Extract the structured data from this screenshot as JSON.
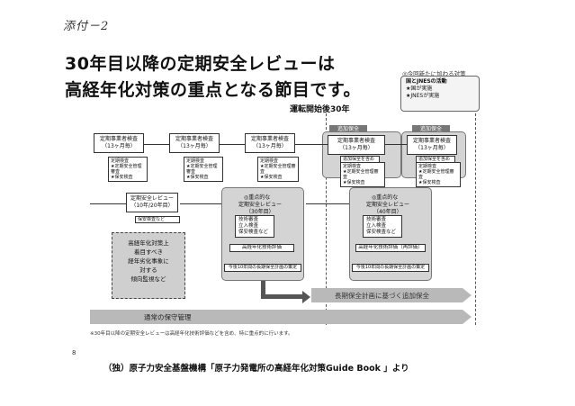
{
  "annex": "添付－2",
  "title": {
    "line1": "30年目以降の定期安全レビューは",
    "line2": "高経年化対策の重点となる節目です。"
  },
  "legend": {
    "header": "◎今回新たに加わる対策",
    "line1": "国とJNESの活動",
    "line2": "★国が実施",
    "line3": "★JNESが実施"
  },
  "marker_30": "運転開始後30年",
  "column_tags": {
    "left": "追加保全",
    "right": "追加保全"
  },
  "inspections": [
    {
      "title": "定期事業者検査",
      "period": "（13ヶ月毎）",
      "items": [
        "定期検査",
        "★定期安全管理審査",
        "★保安検査"
      ]
    },
    {
      "title": "定期事業者検査",
      "period": "（13ヶ月毎）",
      "items": [
        "定期検査",
        "★定期安全管理審査",
        "★保安検査"
      ]
    },
    {
      "title": "定期事業者検査",
      "period": "（13ヶ月毎）",
      "items": [
        "定期検査",
        "★定期安全管理審査",
        "★保安検査"
      ]
    },
    {
      "title": "定期事業者検査",
      "period": "（13ヶ月毎）",
      "items": [
        "定期検査",
        "★定期安全管理審査",
        "★保安検査"
      ]
    },
    {
      "title": "定期事業者検査",
      "period": "（13ヶ月毎）",
      "items": [
        "定期検査",
        "★定期安全管理審査",
        "★保安検査"
      ]
    }
  ],
  "review": {
    "title": "定期安全レビュー",
    "period": "（10年/20年目）",
    "note": "保安検査など"
  },
  "aging_left": {
    "lines": [
      "高経年化対策上",
      "着目すべき",
      "経年劣化事象に",
      "対する",
      "傾向監視など"
    ]
  },
  "prior_notes": {
    "a": "追加保全を含めた",
    "b": "追加保全を含めた"
  },
  "review30": {
    "head": "◎重点的な",
    "title": "定期安全レビュー",
    "year": "（30年目）",
    "items": [
      "技術審査",
      "立入検査",
      "保安検査など"
    ],
    "eval": "高経年化技術評価",
    "plan": "今後10年間の長期保全計画の策定"
  },
  "review40": {
    "head": "◎重点的な",
    "title": "定期安全レビュー",
    "year": "（40年目）",
    "items": [
      "技術審査",
      "立入検査",
      "保安検査など"
    ],
    "eval": "高経年化技術評価（再評価）",
    "plan": "今後10年間の長期保全計画の策定"
  },
  "arrows": {
    "upper": "長期保全計画に基づく追加保全",
    "lower": "通常の保守管理"
  },
  "footnote": "※30年目以降の定期安全レビューは高経年化技術評価などを含め、特に重点的に行います。",
  "page_number": "8",
  "credit": "（独）原子力安全基盤機構「原子力発電所の高経年化対策Guide Book 」より"
}
